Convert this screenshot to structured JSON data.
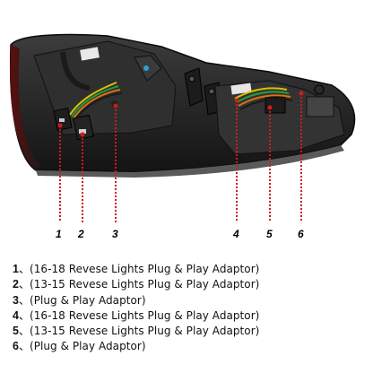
{
  "callouts": [
    "1",
    "2",
    "3",
    "4",
    "5",
    "6"
  ],
  "legend": [
    {
      "num": "1",
      "text": "、(16-18 Revese Lights Plug & Play Adaptor)"
    },
    {
      "num": "2",
      "text": "、(13-15 Revese Lights Plug & Play Adaptor)"
    },
    {
      "num": "3",
      "text": "、(Plug & Play Adaptor)"
    },
    {
      "num": "4",
      "text": "、(16-18 Revese Lights Plug & Play Adaptor)"
    },
    {
      "num": "5",
      "text": "、(13-15 Revese Lights Plug & Play Adaptor)"
    },
    {
      "num": "6",
      "text": "、(Plug & Play Adaptor)"
    }
  ],
  "colors": {
    "marker_line": "#d21a1a",
    "housing": "#2a2a2a",
    "lens_edge": "#8a1a1a"
  }
}
